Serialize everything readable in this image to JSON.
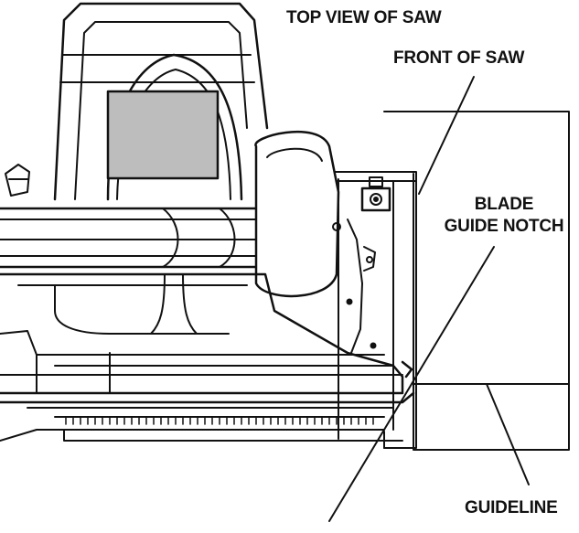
{
  "diagram": {
    "labels": {
      "top_view": "TOP VIEW OF SAW",
      "front": "FRONT OF SAW",
      "blade_guide_notch_line1": "BLADE",
      "blade_guide_notch_line2": "GUIDE NOTCH",
      "guideline": "GUIDELINE"
    },
    "colors": {
      "ink": "#111111",
      "paper": "#ffffff",
      "window_fill": "#bdbdbd",
      "shade": "#9a9a9a"
    }
  }
}
